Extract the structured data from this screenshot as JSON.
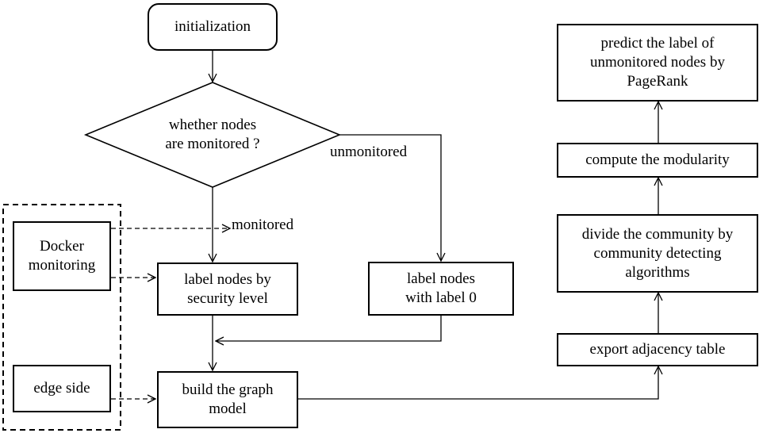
{
  "diagram": {
    "nodes": {
      "initialization": "initialization",
      "decision": "whether nodes\nare monitored ?",
      "label_security": "label nodes by\nsecurity level",
      "label_zero": "label nodes\nwith label 0",
      "docker": "Docker\nmonitoring",
      "edge_side": "edge side",
      "build_graph": "build the graph\nmodel",
      "export_table": "export adjacency table",
      "divide_community": "divide the community by\ncommunity detecting\nalgorithms",
      "compute_modularity": "compute the modularity",
      "predict_label": "predict the label of\nunmonitored nodes by\nPageRank"
    },
    "edge_labels": {
      "unmonitored": "unmonitored",
      "monitored": "monitored"
    }
  }
}
